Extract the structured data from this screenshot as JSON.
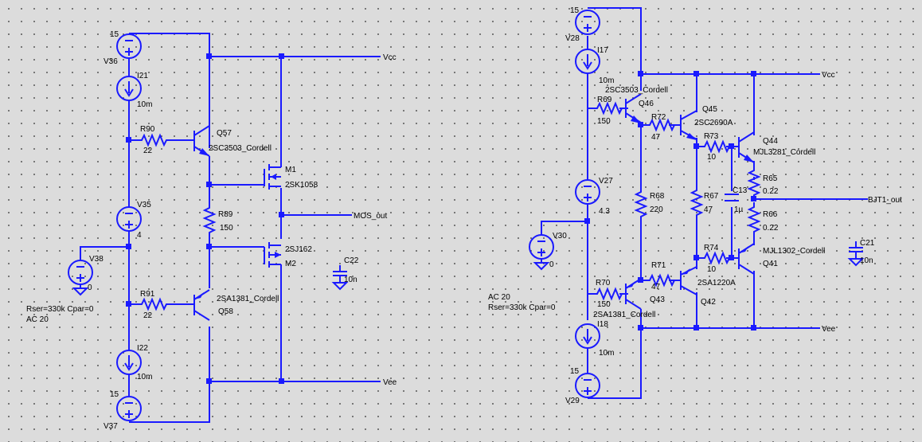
{
  "nets": {
    "vcc": "Vcc",
    "vee": "Vee",
    "mos_out": "MOS_out",
    "bjt1_out": "BJT1_out"
  },
  "left": {
    "v36": {
      "name": "V36",
      "value": "15"
    },
    "i21": {
      "name": "I21",
      "value": "10m"
    },
    "r90": {
      "name": "R90",
      "value": "22"
    },
    "q57": {
      "name": "Q57",
      "model": "2SC3503_Cordell"
    },
    "m1": {
      "name": "M1",
      "model": "2SK1058"
    },
    "v35": {
      "name": "V35",
      "value": "4"
    },
    "r89": {
      "name": "R89",
      "value": "150"
    },
    "v38": {
      "name": "V38",
      "value": "0"
    },
    "m2": {
      "name": "M2",
      "model": "2SJ162"
    },
    "c22": {
      "name": "C22",
      "value": "10n"
    },
    "r91": {
      "name": "R91",
      "value": "22"
    },
    "q58": {
      "name": "Q58",
      "model": "2SA1381_Cordell"
    },
    "v38_params": {
      "line1": "Rser=330k Cpar=0",
      "line2": "AC 20"
    },
    "i22": {
      "name": "I22",
      "value": "10m"
    },
    "v37": {
      "name": "V37",
      "value": "15"
    }
  },
  "right": {
    "v28": {
      "name": "V28",
      "value": "15"
    },
    "i17": {
      "name": "I17",
      "value": "10m"
    },
    "q46": {
      "name": "Q46",
      "model": "2SC3503_Cordell"
    },
    "r69": {
      "name": "R69",
      "value": "150"
    },
    "q45": {
      "name": "Q45",
      "model": "2SC2690A"
    },
    "r72": {
      "name": "R72",
      "value": "47"
    },
    "r73": {
      "name": "R73",
      "value": "10"
    },
    "q44": {
      "name": "Q44",
      "model": "MJL3281_Cordell"
    },
    "r65": {
      "name": "R65",
      "value": "0.22"
    },
    "c13": {
      "name": "C13",
      "value": "1µ"
    },
    "v27": {
      "name": "V27",
      "value": "4.3"
    },
    "r68": {
      "name": "R68",
      "value": "220"
    },
    "r67": {
      "name": "R67",
      "value": "47"
    },
    "r66": {
      "name": "R66",
      "value": "0.22"
    },
    "v30": {
      "name": "V30",
      "value": "0"
    },
    "r74": {
      "name": "R74",
      "value": "10"
    },
    "q41": {
      "name": "Q41",
      "model": "MJL1302_Cordell"
    },
    "c21": {
      "name": "C21",
      "value": "10n"
    },
    "r71": {
      "name": "R71",
      "value": "47"
    },
    "q42": {
      "name": "Q42",
      "model": "2SA1220A"
    },
    "r70": {
      "name": "R70",
      "value": "150"
    },
    "q43": {
      "name": "Q43",
      "model": "2SA1381_Cordell"
    },
    "v30_params": {
      "line1": "AC 20",
      "line2": "Rser=330k Cpar=0"
    },
    "i18": {
      "name": "I18",
      "value": "10m"
    },
    "v29": {
      "name": "V29",
      "value": "15"
    }
  },
  "colors": {
    "wire": "#1a1aff",
    "background": "#dcdcdc",
    "text": "#000000"
  }
}
